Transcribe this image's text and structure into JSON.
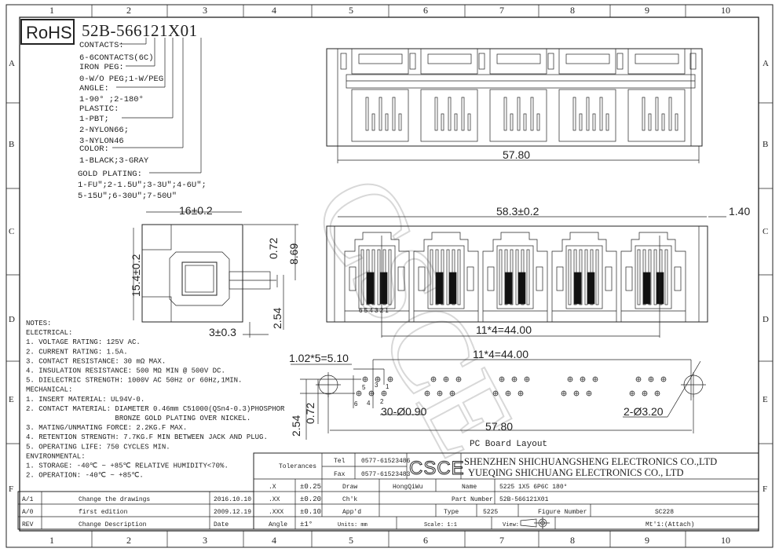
{
  "grid": {
    "columns": [
      "1",
      "2",
      "3",
      "4",
      "5",
      "6",
      "7",
      "8",
      "9",
      "10"
    ],
    "rows": [
      "A",
      "B",
      "C",
      "D",
      "E",
      "F"
    ]
  },
  "header": {
    "rohs": "RoHS",
    "part_code": "52B-566121X01"
  },
  "part_code_legend": [
    "CONTACTS:",
    "6-6CONTACTS(6C)",
    "IRON PEG:",
    "0-W/O PEG;1-W/PEG",
    "ANGLE:",
    "1-90° ;2-180°",
    "PLASTIC:",
    "1-PBT;",
    "2-NYLON66;",
    "3-NYLON46",
    "COLOR:",
    "1-BLACK;3-GRAY",
    "GOLD PLATING:",
    "1-FU\";2-1.5U\";3-3U\";4-6U\";",
    "5-15U\";6-30U\";7-50U\""
  ],
  "dimensions": {
    "top_width": "57.80",
    "side_width": "16±0.2",
    "side_height": "15.4±0.2",
    "side_072": "0.72",
    "side_869": "8.69",
    "side_254": "2.54",
    "side_3": "3±0.3",
    "front_width": "58.3±0.2",
    "front_140": "1.40",
    "front_pitch": "11*4=44.00",
    "pin_numbers": "6 5 4 3 2 1",
    "pcb_pin_pitch": "1.02*5=5.10",
    "pcb_port_pitch": "11*4=44.00",
    "pcb_254": "2.54",
    "pcb_072": "0.72",
    "pcb_holes": "30-Ø0.90",
    "pcb_mount_holes": "2-Ø3.20",
    "pcb_width": "57.80",
    "pcb_pin_labels": [
      "5",
      "3",
      "1",
      "6",
      "4",
      "2"
    ],
    "pcb_title": "PC Board Layout"
  },
  "notes": [
    "NOTES:",
    "ELECTRICAL:",
    "1. VOLTAGE RATING: 125V AC.",
    "2. CURRENT RATING: 1.5A.",
    "3. CONTACT RESISTANCE: 30 mΩ MAX.",
    "4. INSULATION RESISTANCE: 500 MΩ MIN @ 500V DC.",
    "5. DIELECTRIC STRENGTH: 1000V AC 50Hz or 60Hz,1MIN.",
    "MECHANICAL:",
    "1. INSERT MATERIAL: UL94V-0.",
    "2. CONTACT MATERIAL: DIAMETER 0.46mm C51000(QSn4-0.3)PHOSPHOR",
    "                     BRONZE GOLD PLATING OVER NICKEL.",
    "3. MATING/UNMATING FORCE: 2.2KG.F MAX.",
    "4. RETENTION STRENGTH: 7.7KG.F MIN BETWEEN JACK AND PLUG.",
    "5. OPERATING LIFE: 750 CYCLES MIN.",
    "ENVIRONMENTAL:",
    "1. STORAGE: -40℃ ~ +85℃ RELATIVE HUMIDITY<70%.",
    "2. OPERATION: -40℃ ~ +85℃."
  ],
  "revisions": [
    {
      "rev": "A/1",
      "desc": "Change the drawings",
      "date": "2016.10.10"
    },
    {
      "rev": "A/0",
      "desc": "first edition",
      "date": "2009.12.19"
    },
    {
      "rev": "REV",
      "desc": "Change Description",
      "date": "Date"
    }
  ],
  "title_block": {
    "tolerances_label": "Tolerances",
    "tolerances": [
      {
        "k": ".X",
        "v": "±0.25"
      },
      {
        "k": ".XX",
        "v": "±0.20"
      },
      {
        "k": ".XXX",
        "v": "±0.10"
      },
      {
        "k": "Angle",
        "v": "±1°"
      }
    ],
    "tel_label": "Tel",
    "tel": "0577-61523486",
    "fax_label": "Fax",
    "fax": "0577-61523483",
    "logo": "CSCE",
    "company_1": "SHENZHEN SHICHUANGSHENG ELECTRONICS CO.,LTD",
    "company_2": "YUEQING SHICHUANG ELECTRONICS CO., LTD",
    "draw_label": "Draw",
    "draw": "HongQiWu",
    "chk_label": "Ch'k",
    "appd_label": "App'd",
    "name_label": "Name",
    "name": "5225 1X5 6P6C 180°",
    "part_number_label": "Part Number",
    "part_number": "52B-566121X01",
    "type_label": "Type",
    "type": "5225",
    "figure_label": "Figure Number",
    "figure": "SC228",
    "units": "Units: mm",
    "scale": "Scale: 1:1",
    "view": "View:",
    "material": "Mt'1:(Attach)"
  },
  "watermark": "CSCE"
}
